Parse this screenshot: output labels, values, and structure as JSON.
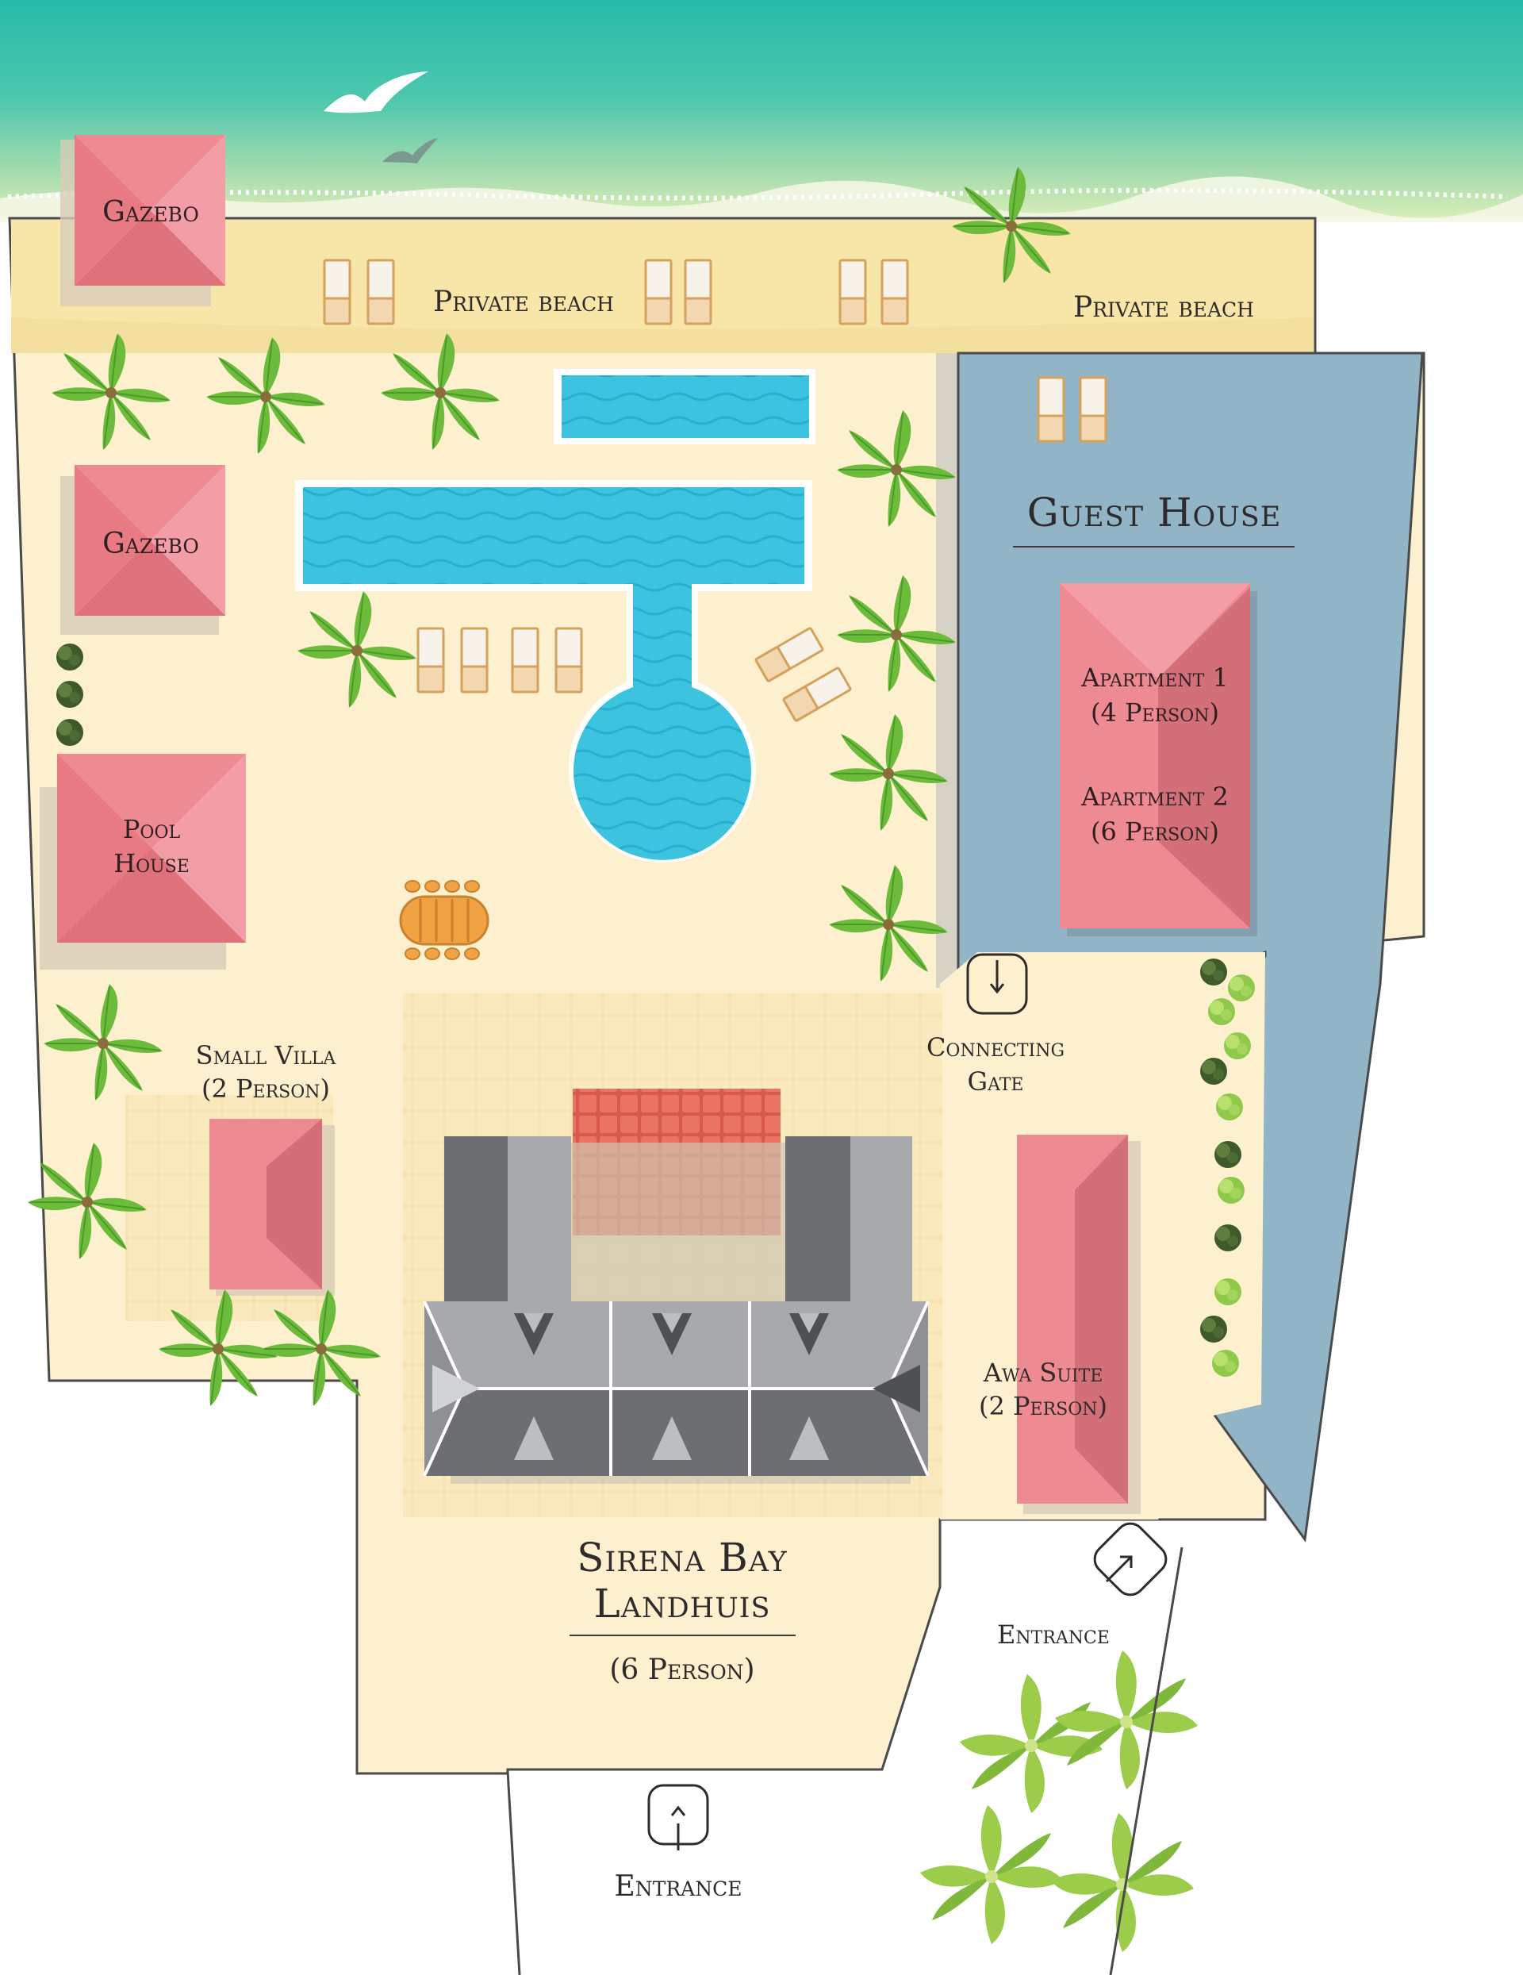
{
  "labels": {
    "gazebo_1": "Gazebo",
    "gazebo_2": "Gazebo",
    "private_beach_1": "Private beach",
    "private_beach_2": "Private beach",
    "guest_house": "Guest House",
    "apartment_1_name": "Apartment 1",
    "apartment_1_capacity": "(4 Person)",
    "apartment_2_name": "Apartment 2",
    "apartment_2_capacity": "(6 Person)",
    "pool_house_line1": "Pool",
    "pool_house_line2": "House",
    "small_villa_name": "Small Villa",
    "small_villa_capacity": "(2 Person)",
    "connecting_gate_line1": "Connecting",
    "connecting_gate_line2": "Gate",
    "awa_suite_name": "Awa Suite",
    "awa_suite_capacity": "(2 Person)",
    "landhuis_line1": "Sirena Bay",
    "landhuis_line2": "Landhuis",
    "landhuis_capacity": "(6 Person)",
    "entrance_east": "Entrance",
    "entrance_south": "Entrance"
  },
  "colors": {
    "sea": "#2bbfae",
    "sand": "#fdf0cf",
    "beach": "#f8e5a8",
    "pool": "#3cc3e0",
    "roof": "#ee8a92",
    "guest_house_area": "#92b4c7",
    "landhuis_roof": "#6d6e71",
    "terrace_brick": "#e46c5c",
    "palm": "#6dbb3b"
  },
  "icons": [
    "gate-arrow-icon",
    "entrance-arrow-icon",
    "palm-tree-icon",
    "sun-lounger-icon",
    "seagull-icon",
    "shrub-icon",
    "dining-table-icon"
  ]
}
